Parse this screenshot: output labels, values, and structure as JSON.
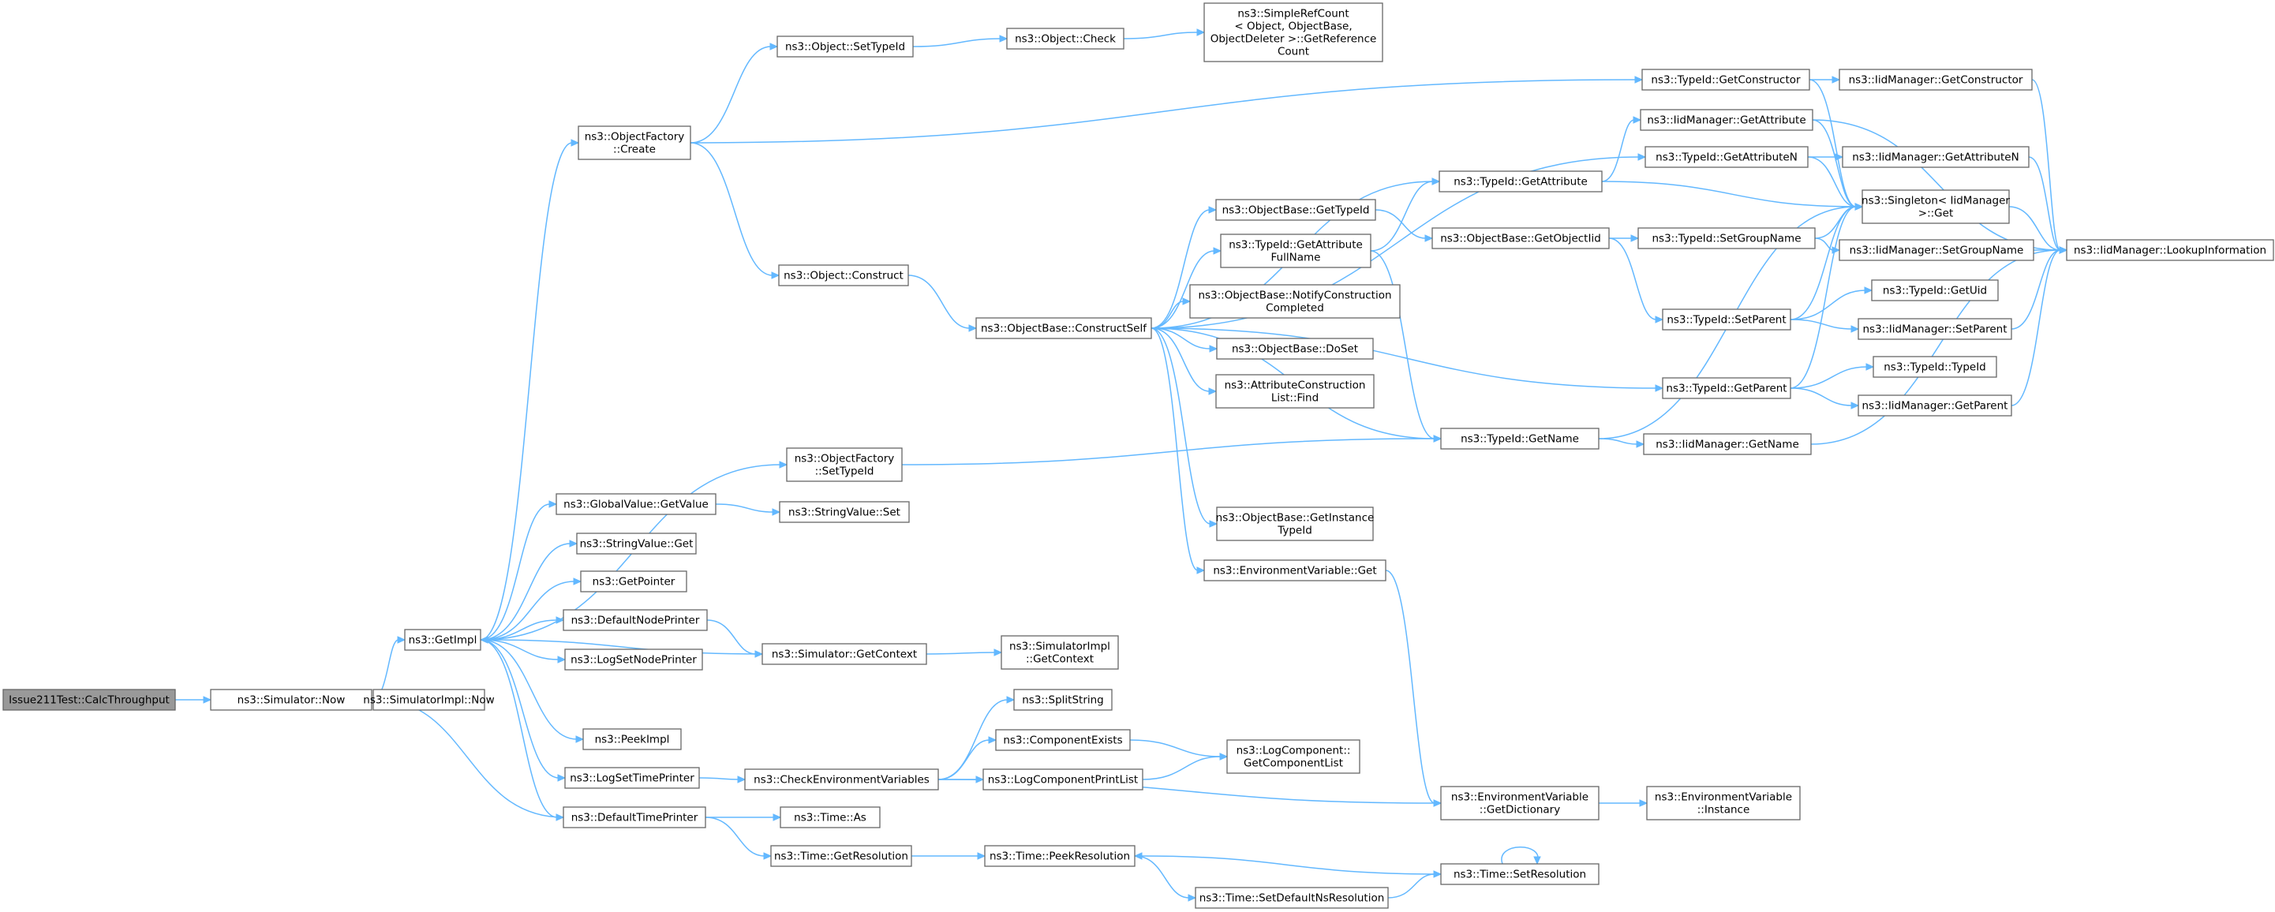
{
  "graph": {
    "nodes": [
      {
        "id": "n0",
        "lines": [
          "Issue211Test::CalcThroughput"
        ],
        "root": true
      },
      {
        "id": "n1",
        "lines": [
          "ns3::Simulator::Now"
        ]
      },
      {
        "id": "n2",
        "lines": [
          "ns3::GetImpl"
        ]
      },
      {
        "id": "n3",
        "lines": [
          "ns3::SimulatorImpl::Now"
        ]
      },
      {
        "id": "n4",
        "lines": [
          "ns3::ObjectFactory",
          "::Create"
        ]
      },
      {
        "id": "n5",
        "lines": [
          "ns3::ObjectFactory",
          "::SetTypeId"
        ]
      },
      {
        "id": "n6",
        "lines": [
          "ns3::GlobalValue::GetValue"
        ]
      },
      {
        "id": "n7",
        "lines": [
          "ns3::StringValue::Get"
        ]
      },
      {
        "id": "n8",
        "lines": [
          "ns3::GetPointer"
        ]
      },
      {
        "id": "n9",
        "lines": [
          "ns3::DefaultNodePrinter"
        ]
      },
      {
        "id": "n10",
        "lines": [
          "ns3::LogSetNodePrinter"
        ]
      },
      {
        "id": "n11",
        "lines": [
          "ns3::PeekImpl"
        ]
      },
      {
        "id": "n12",
        "lines": [
          "ns3::LogSetTimePrinter"
        ]
      },
      {
        "id": "n13",
        "lines": [
          "ns3::DefaultTimePrinter"
        ]
      },
      {
        "id": "n14",
        "lines": [
          "ns3::Object::SetTypeId"
        ]
      },
      {
        "id": "n15",
        "lines": [
          "ns3::Object::Check"
        ]
      },
      {
        "id": "n16",
        "lines": [
          "ns3::SimpleRefCount",
          "< Object, ObjectBase,",
          " ObjectDeleter >::GetReference",
          "Count"
        ]
      },
      {
        "id": "n17",
        "lines": [
          "ns3::Object::Construct"
        ]
      },
      {
        "id": "n18",
        "lines": [
          "ns3::ObjectBase::ConstructSelf"
        ]
      },
      {
        "id": "n19",
        "lines": [
          "ns3::StringValue::Set"
        ]
      },
      {
        "id": "n20",
        "lines": [
          "ns3::Simulator::GetContext"
        ]
      },
      {
        "id": "n21",
        "lines": [
          "ns3::SimulatorImpl",
          "::GetContext"
        ]
      },
      {
        "id": "n22",
        "lines": [
          "ns3::CheckEnvironmentVariables"
        ]
      },
      {
        "id": "n23",
        "lines": [
          "ns3::SplitString"
        ]
      },
      {
        "id": "n24",
        "lines": [
          "ns3::ComponentExists"
        ]
      },
      {
        "id": "n25",
        "lines": [
          "ns3::LogComponentPrintList"
        ]
      },
      {
        "id": "n26",
        "lines": [
          "ns3::LogComponent::",
          "GetComponentList"
        ]
      },
      {
        "id": "n27",
        "lines": [
          "ns3::Time::As"
        ]
      },
      {
        "id": "n28",
        "lines": [
          "ns3::Time::GetResolution"
        ]
      },
      {
        "id": "n29",
        "lines": [
          "ns3::Time::PeekResolution"
        ]
      },
      {
        "id": "n30",
        "lines": [
          "ns3::Time::SetDefaultNsResolution"
        ]
      },
      {
        "id": "n31",
        "lines": [
          "ns3::Time::SetResolution"
        ]
      },
      {
        "id": "n32",
        "lines": [
          "ns3::ObjectBase::GetTypeId"
        ]
      },
      {
        "id": "n33",
        "lines": [
          "ns3::TypeId::GetAttribute",
          "FullName"
        ]
      },
      {
        "id": "n34",
        "lines": [
          "ns3::ObjectBase::NotifyConstruction",
          "Completed"
        ]
      },
      {
        "id": "n35",
        "lines": [
          "ns3::ObjectBase::DoSet"
        ]
      },
      {
        "id": "n36",
        "lines": [
          "ns3::AttributeConstruction",
          "List::Find"
        ]
      },
      {
        "id": "n37",
        "lines": [
          "ns3::ObjectBase::GetInstance",
          "TypeId"
        ]
      },
      {
        "id": "n38",
        "lines": [
          "ns3::EnvironmentVariable::Get"
        ]
      },
      {
        "id": "n39",
        "lines": [
          "ns3::TypeId::GetAttribute"
        ]
      },
      {
        "id": "n40",
        "lines": [
          "ns3::ObjectBase::GetObjectIid"
        ]
      },
      {
        "id": "n41",
        "lines": [
          "ns3::TypeId::GetName"
        ]
      },
      {
        "id": "n42",
        "lines": [
          "ns3::EnvironmentVariable",
          "::GetDictionary"
        ]
      },
      {
        "id": "n43",
        "lines": [
          "ns3::EnvironmentVariable",
          "::Instance"
        ]
      },
      {
        "id": "n44",
        "lines": [
          "ns3::TypeId::GetConstructor"
        ]
      },
      {
        "id": "n45",
        "lines": [
          "ns3::IidManager::GetAttribute"
        ]
      },
      {
        "id": "n46",
        "lines": [
          "ns3::TypeId::GetAttributeN"
        ]
      },
      {
        "id": "n47",
        "lines": [
          "ns3::TypeId::SetGroupName"
        ]
      },
      {
        "id": "n48",
        "lines": [
          "ns3::TypeId::SetParent"
        ]
      },
      {
        "id": "n49",
        "lines": [
          "ns3::TypeId::GetParent"
        ]
      },
      {
        "id": "n50",
        "lines": [
          "ns3::IidManager::GetName"
        ]
      },
      {
        "id": "n51",
        "lines": [
          "ns3::IidManager::GetConstructor"
        ]
      },
      {
        "id": "n52",
        "lines": [
          "ns3::Singleton< IidManager",
          " >::Get"
        ]
      },
      {
        "id": "n53",
        "lines": [
          "ns3::IidManager::GetAttributeN"
        ]
      },
      {
        "id": "n54",
        "lines": [
          "ns3::IidManager::SetGroupName"
        ]
      },
      {
        "id": "n55",
        "lines": [
          "ns3::TypeId::GetUid"
        ]
      },
      {
        "id": "n56",
        "lines": [
          "ns3::IidManager::SetParent"
        ]
      },
      {
        "id": "n57",
        "lines": [
          "ns3::TypeId::TypeId"
        ]
      },
      {
        "id": "n58",
        "lines": [
          "ns3::IidManager::GetParent"
        ]
      },
      {
        "id": "n59",
        "lines": [
          "ns3::IidManager::LookupInformation"
        ]
      }
    ],
    "edges": [
      [
        "n0",
        "n1"
      ],
      [
        "n1",
        "n2"
      ],
      [
        "n1",
        "n3"
      ],
      [
        "n2",
        "n4"
      ],
      [
        "n2",
        "n5"
      ],
      [
        "n2",
        "n6"
      ],
      [
        "n2",
        "n7"
      ],
      [
        "n2",
        "n8"
      ],
      [
        "n2",
        "n9"
      ],
      [
        "n2",
        "n10"
      ],
      [
        "n2",
        "n11"
      ],
      [
        "n2",
        "n12"
      ],
      [
        "n2",
        "n13"
      ],
      [
        "n4",
        "n14"
      ],
      [
        "n4",
        "n17"
      ],
      [
        "n4",
        "n44"
      ],
      [
        "n14",
        "n15"
      ],
      [
        "n15",
        "n16"
      ],
      [
        "n17",
        "n18"
      ],
      [
        "n18",
        "n32"
      ],
      [
        "n18",
        "n33"
      ],
      [
        "n18",
        "n34"
      ],
      [
        "n18",
        "n35"
      ],
      [
        "n18",
        "n36"
      ],
      [
        "n18",
        "n37"
      ],
      [
        "n18",
        "n38"
      ],
      [
        "n18",
        "n39"
      ],
      [
        "n18",
        "n46"
      ],
      [
        "n18",
        "n41"
      ],
      [
        "n18",
        "n49"
      ],
      [
        "n5",
        "n41"
      ],
      [
        "n6",
        "n19"
      ],
      [
        "n9",
        "n20"
      ],
      [
        "n20",
        "n21"
      ],
      [
        "n20",
        "n2"
      ],
      [
        "n12",
        "n22"
      ],
      [
        "n22",
        "n23"
      ],
      [
        "n22",
        "n24"
      ],
      [
        "n22",
        "n25"
      ],
      [
        "n22",
        "n42"
      ],
      [
        "n24",
        "n26"
      ],
      [
        "n25",
        "n26"
      ],
      [
        "n13",
        "n27"
      ],
      [
        "n13",
        "n28"
      ],
      [
        "n13",
        "n1"
      ],
      [
        "n28",
        "n29"
      ],
      [
        "n29",
        "n30"
      ],
      [
        "n30",
        "n31"
      ],
      [
        "n31",
        "n29"
      ],
      [
        "n31",
        "n31"
      ],
      [
        "n32",
        "n40"
      ],
      [
        "n40",
        "n47"
      ],
      [
        "n40",
        "n48"
      ],
      [
        "n33",
        "n39"
      ],
      [
        "n33",
        "n41"
      ],
      [
        "n38",
        "n42"
      ],
      [
        "n42",
        "n43"
      ],
      [
        "n39",
        "n45"
      ],
      [
        "n39",
        "n52"
      ],
      [
        "n41",
        "n50"
      ],
      [
        "n41",
        "n52"
      ],
      [
        "n44",
        "n51"
      ],
      [
        "n44",
        "n52"
      ],
      [
        "n45",
        "n59"
      ],
      [
        "n45",
        "n52"
      ],
      [
        "n46",
        "n53"
      ],
      [
        "n46",
        "n52"
      ],
      [
        "n47",
        "n54"
      ],
      [
        "n47",
        "n52"
      ],
      [
        "n48",
        "n55"
      ],
      [
        "n48",
        "n56"
      ],
      [
        "n48",
        "n52"
      ],
      [
        "n49",
        "n57"
      ],
      [
        "n49",
        "n58"
      ],
      [
        "n49",
        "n52"
      ],
      [
        "n50",
        "n59"
      ],
      [
        "n51",
        "n59"
      ],
      [
        "n53",
        "n59"
      ],
      [
        "n54",
        "n59"
      ],
      [
        "n56",
        "n59"
      ],
      [
        "n58",
        "n59"
      ],
      [
        "n52",
        "n59"
      ]
    ]
  }
}
